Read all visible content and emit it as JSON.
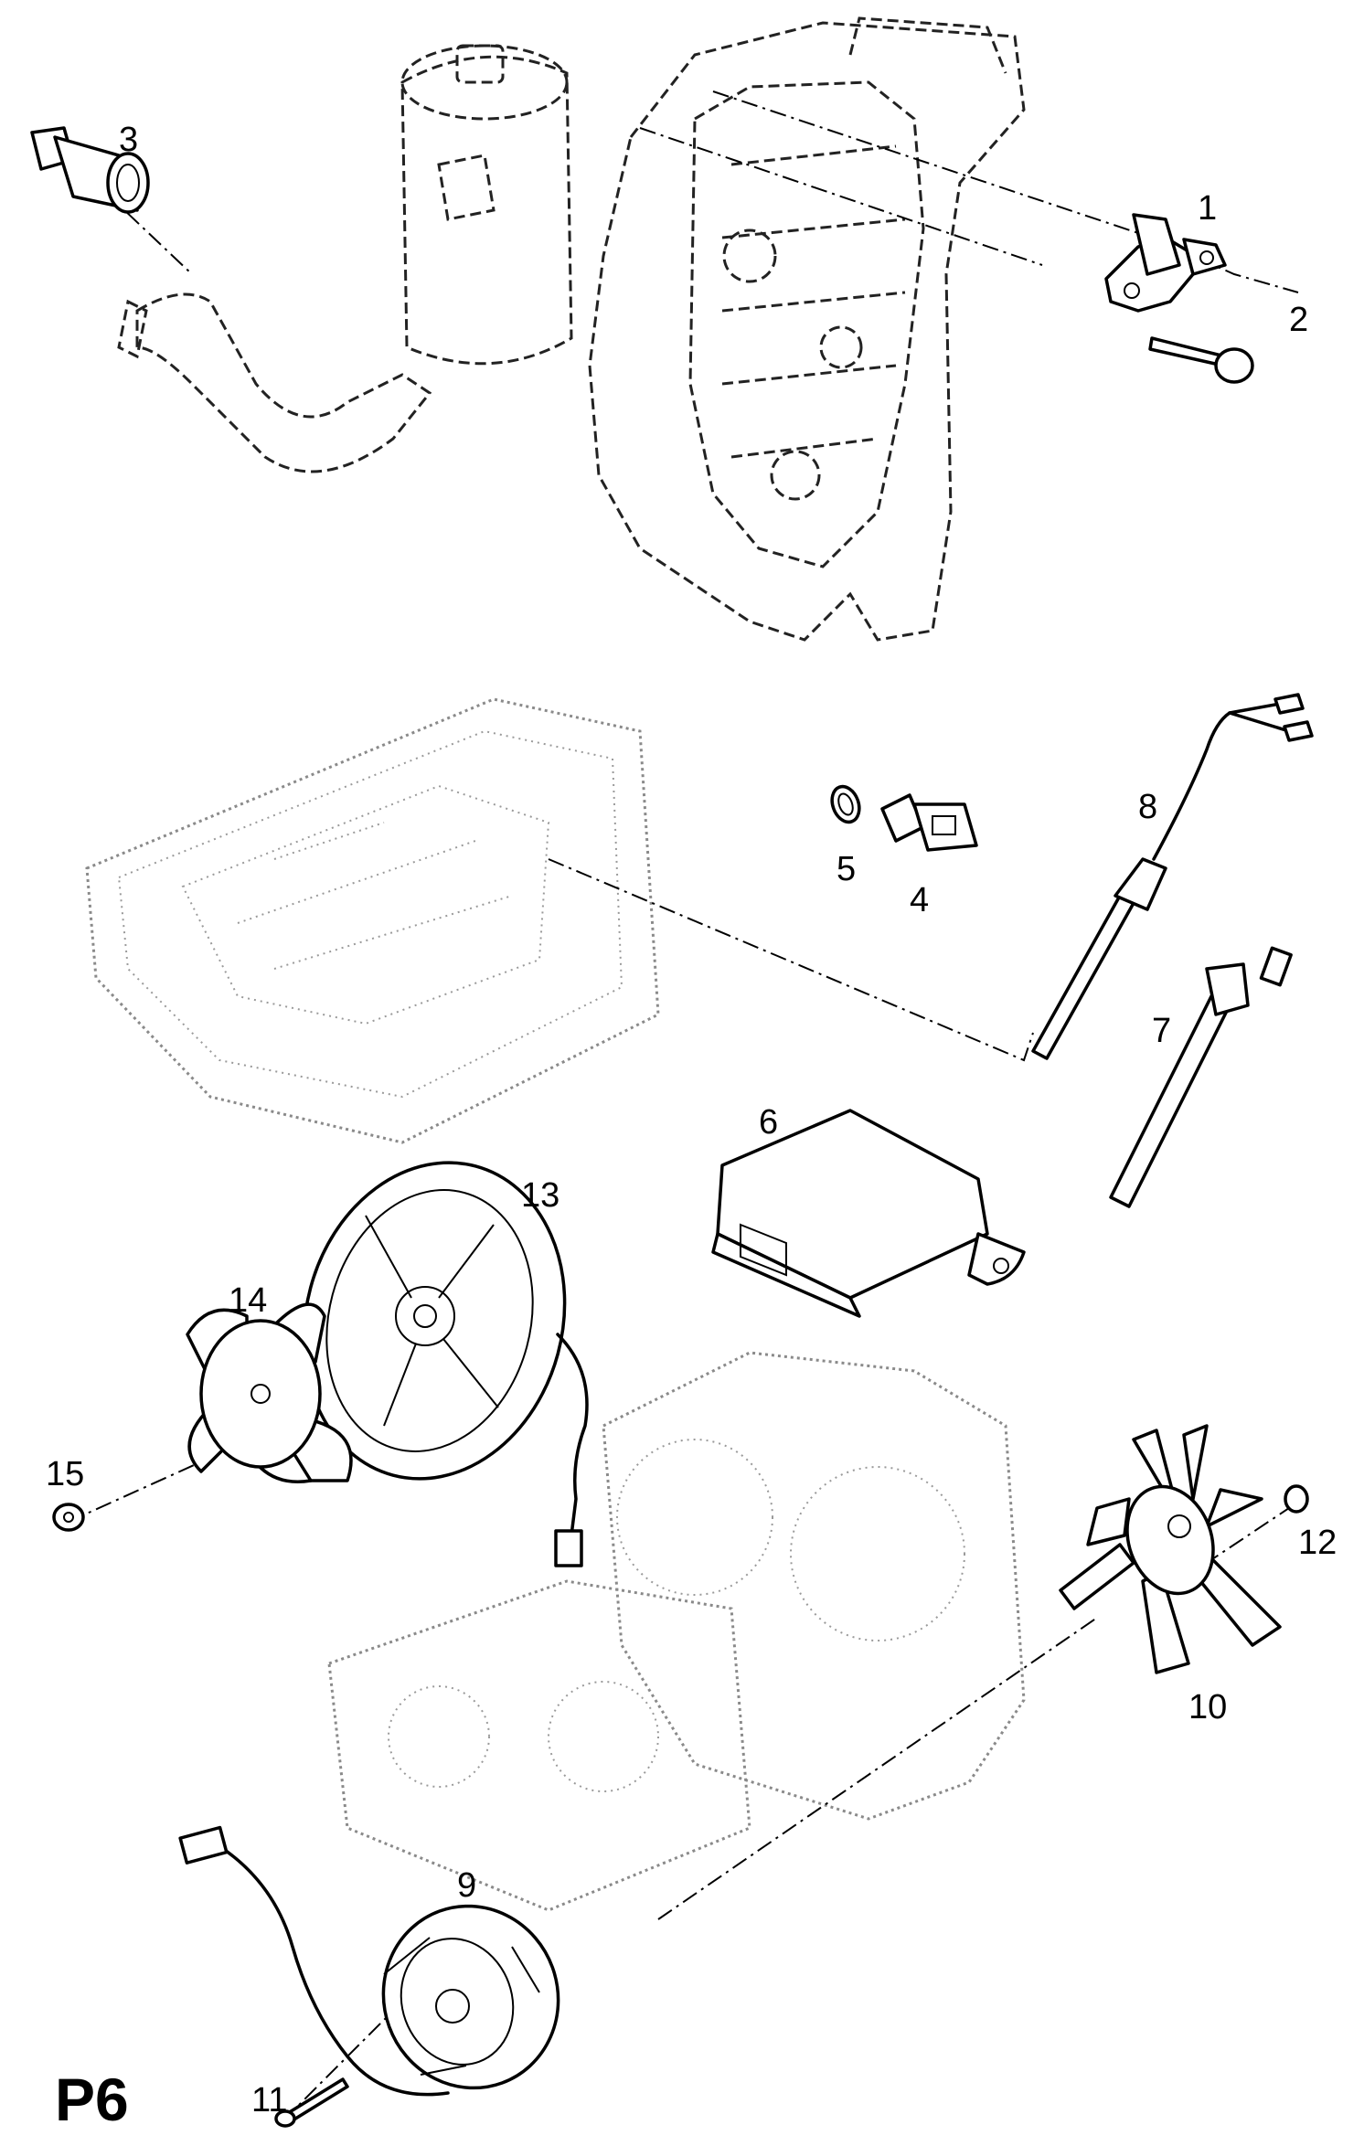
{
  "figure": {
    "page_code": "P6",
    "callouts": [
      "1",
      "2",
      "3",
      "4",
      "5",
      "6",
      "7",
      "8",
      "9",
      "10",
      "11",
      "12",
      "13",
      "14",
      "15"
    ]
  }
}
